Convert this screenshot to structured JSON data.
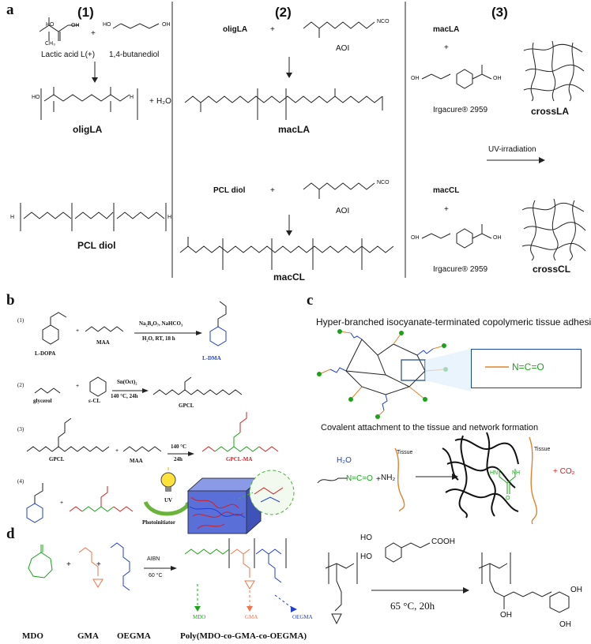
{
  "panel_a": {
    "letter": "a",
    "col1": {
      "num": "(1)",
      "reagent1": "Lactic acid L(+)",
      "reagent2": "1,4-butanediol",
      "plus": "+",
      "product": "oligLA",
      "water": "H₂O",
      "pcl": "PCL diol"
    },
    "col2": {
      "num": "(2)",
      "oligla": "oligLA",
      "aoi_top": "AOI",
      "macla": "macLA",
      "pcl": "PCL diol",
      "aoi_bottom": "AOI",
      "maccl": "macCL",
      "plus": "+"
    },
    "col3": {
      "num": "(3)",
      "macla": "macLA",
      "irg_top": "Irgacure® 2959",
      "crossla": "crossLA",
      "uv": "UV-irradiation",
      "maccl": "macCL",
      "irg_bottom": "Irgacure® 2959",
      "crosscl": "crossCL",
      "plus": "+"
    }
  },
  "panel_b": {
    "letter": "b",
    "r1": {
      "num": "(1)",
      "ldopa": "L-DOPA",
      "maa": "MAA",
      "cond1": "Na₂B₄O₇, NaHCO₃",
      "cond2": "H₂O, RT, 18 h",
      "product": "L-DMA"
    },
    "r2": {
      "num": "(2)",
      "glycerol": "glycerol",
      "ecl": "ε-CL",
      "cond1": "Sn(Oct)₂",
      "cond2": "140 °C, 24h",
      "product": "GPCL"
    },
    "r3": {
      "num": "(3)",
      "gpcl": "GPCL",
      "maa": "MAA",
      "cond1": "140 °C",
      "cond2": "24h",
      "product": "GPCL-MA"
    },
    "r4": {
      "num": "(4)",
      "uv": "UV",
      "photoinitiator": "Photoinitiator"
    }
  },
  "panel_c": {
    "letter": "c",
    "title1": "Hyper-branched isocyanate-terminated copolymeric tissue adhesive",
    "nco": "N=C=O",
    "title2": "Covalent attachment to the tissue and network formation",
    "h2o": "H₂O",
    "nh2": "NH₂",
    "tissue_left": "Tissue",
    "tissue_right": "Tissue",
    "co2": "+ CO₂",
    "urea_hn": "HN",
    "urea_nh": "NH",
    "urea_o": "O"
  },
  "panel_d": {
    "letter": "d",
    "cond1": "AIBN",
    "cond2": "60 °C",
    "mdo": "MDO",
    "gma": "GMA",
    "oegma": "OEGMA",
    "polymer": "Poly(MDO-co-GMA-co-OEGMA)",
    "mdo_tag": "MDO",
    "gma_tag": "GMA",
    "oegma_tag": "OEGMA",
    "cooh": "COOH",
    "oh1": "HO",
    "oh2": "HO",
    "cond_right": "65 °C, 20h",
    "oh_prod1": "OH",
    "oh_prod2": "OH",
    "oh_prod3": "OH"
  }
}
